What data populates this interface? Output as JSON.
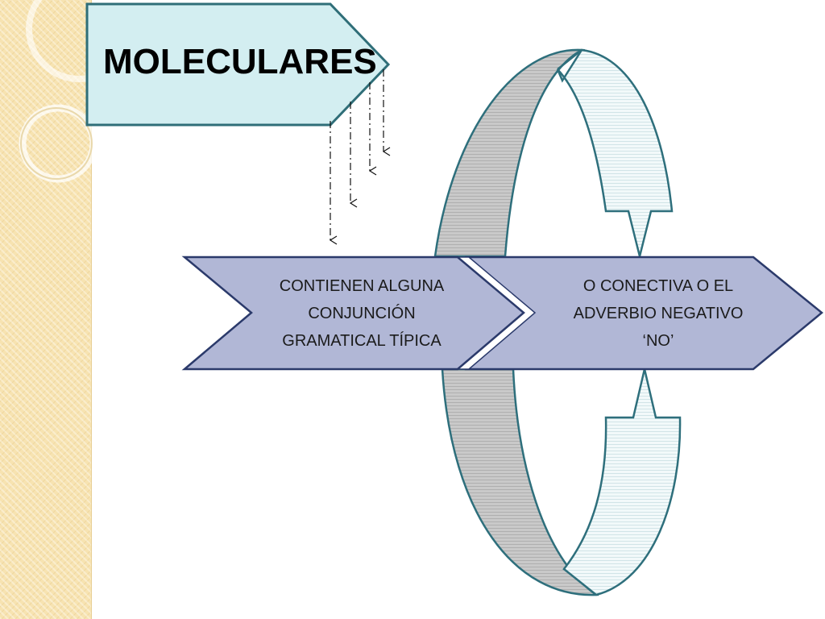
{
  "title": "MOLECULARES",
  "boxes": [
    {
      "lines": [
        "CONTIENEN ALGUNA",
        "CONJUNCIÓN",
        "GRAMATICAL TÍPICA"
      ]
    },
    {
      "lines": [
        "O CONECTIVA O EL",
        "ADVERBIO NEGATIVO",
        "‘NO’"
      ]
    }
  ],
  "colors": {
    "title_fill": "#d3eef1",
    "title_stroke": "#2f6e78",
    "chevron_fill": "#b1b7d6",
    "chevron_stroke": "#2b3a6b",
    "ring_gray": "#c8c8c8",
    "ring_light": "#eef7f8",
    "ring_stroke": "#2e6f7c",
    "sidebar": "#f7e3b1"
  }
}
